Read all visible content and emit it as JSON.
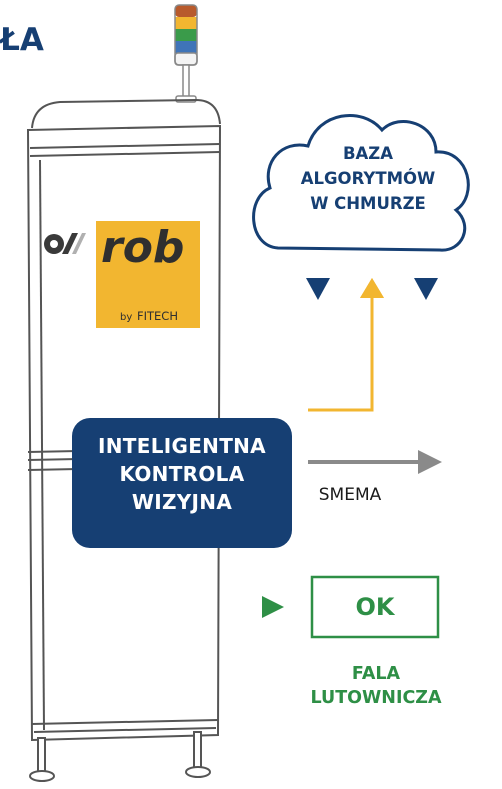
{
  "heading_fragment": "ŁA",
  "cloud": {
    "lines": [
      "BAZA",
      "ALGORYTMÓW",
      "W CHMURZE"
    ]
  },
  "core": {
    "lines": [
      "INTELIGENTNA",
      "KONTROLA",
      "WIZYJNA"
    ]
  },
  "smema_label": "SMEMA",
  "ok_label": "OK",
  "fala": {
    "lines": [
      "FALA",
      "LUTOWNICZA"
    ]
  },
  "brand": {
    "logo_word": "rob",
    "byline_prefix": "by",
    "byline_company": "FITECH"
  },
  "colors": {
    "navy": "#163f73",
    "yellow": "#f2b630",
    "gray": "#8a8a8a",
    "green": "#2e8f46",
    "outline": "#555555"
  },
  "icons": {
    "signal_tower": "stack-light-icon",
    "cloud": "cloud-icon",
    "logo_mark": "ai-logo-icon"
  }
}
